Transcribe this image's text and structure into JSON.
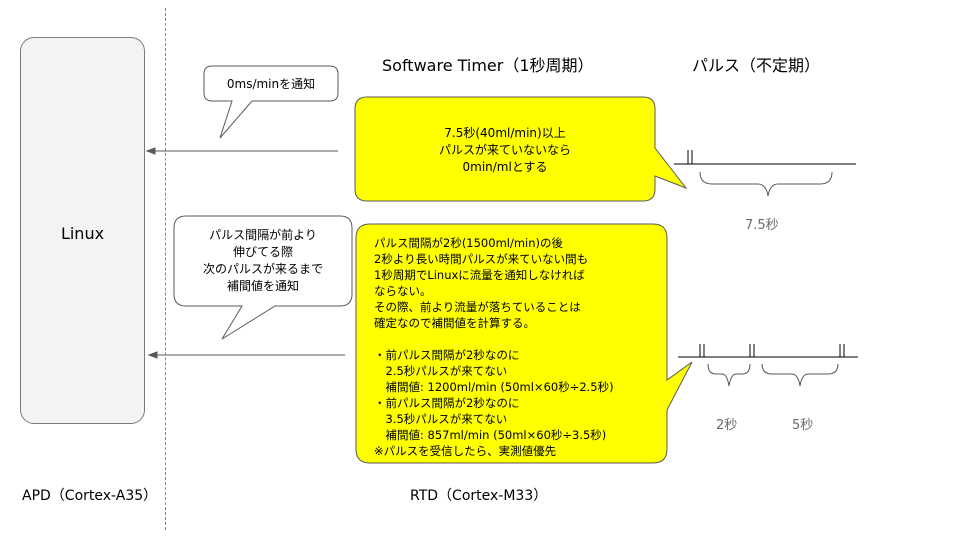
{
  "linux_label": "Linux",
  "headings": {
    "software_timer": "Software Timer（1秒周期）",
    "pulse": "パルス（不定期）"
  },
  "footers": {
    "apd": "APD（Cortex-A35）",
    "rtd": "RTD（Cortex-M33）"
  },
  "notify_bubble": {
    "text": "0ms/minを通知"
  },
  "interp_bubble": {
    "lines": [
      "パルス間隔が前より",
      "伸びてる際",
      "次のパルスが来るまで",
      "補間値を通知"
    ]
  },
  "yellow_box_1": {
    "lines": [
      "7.5秒(40ml/min)以上",
      "パルスが来ていないなら",
      "0min/mlとする"
    ]
  },
  "yellow_box_2": {
    "lines": [
      "パルス間隔が2秒(1500ml/min)の後",
      "2秒より長い時間パルスが来ていない間も",
      "1秒周期でLinuxに流量を通知しなければ",
      "ならない。",
      "その際、前より流量が落ちていることは",
      "確定なので補間値を計算する。",
      "",
      "・前パルス間隔が2秒なのに",
      "　2.5秒パルスが来てない",
      "　補間値: 1200ml/min (50ml×60秒÷2.5秒)",
      "・前パルス間隔が2秒なのに",
      "　3.5秒パルスが来てない",
      "　補間値: 857ml/min (50ml×60秒÷3.5秒)",
      "※パルスを受信したら、実測値優先"
    ]
  },
  "pulse_labels": {
    "gap_7_5": "7.5秒",
    "gap_2": "2秒",
    "gap_5": "5秒"
  },
  "colors": {
    "yellow": "#ffff00",
    "box_gray": "#f3f3f3",
    "stroke": "#595959"
  }
}
